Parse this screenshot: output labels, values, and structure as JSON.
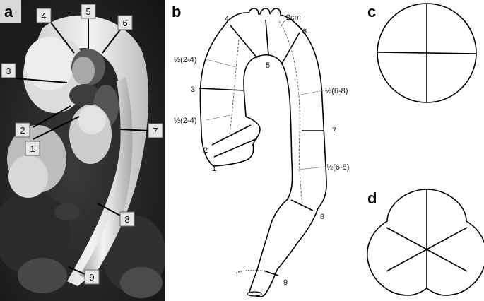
{
  "panels": {
    "a": {
      "letter": "a",
      "labels": [
        "1",
        "2",
        "3",
        "4",
        "5",
        "6",
        "7",
        "8",
        "9"
      ]
    },
    "b": {
      "letter": "b",
      "labels": [
        "1",
        "2",
        "3",
        "4",
        "5",
        "6",
        "7",
        "8",
        "9"
      ],
      "annotations": {
        "two_cm": "2cm",
        "half_2_4_upper": "½(2-4)",
        "half_2_4_lower": "½(2-4)",
        "half_6_8_upper": "½(6-8)",
        "half_6_8_lower": "½(6-8)"
      }
    },
    "c": {
      "letter": "c"
    },
    "d": {
      "letter": "d"
    }
  }
}
